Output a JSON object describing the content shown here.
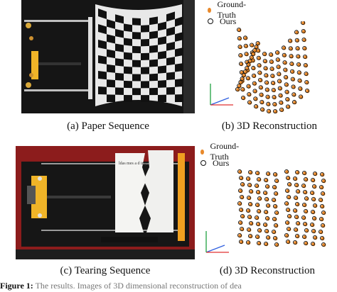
{
  "panels": {
    "a": {
      "caption": "(a)  Paper Sequence"
    },
    "b": {
      "caption": "(b)  3D Reconstruction",
      "legend": [
        {
          "label": "Ground-Truth",
          "color": "#e8892b"
        },
        {
          "label": "Ours",
          "color": "#ffffff"
        }
      ]
    },
    "c": {
      "caption": "(c)  Tearing Sequence",
      "paper_text": "ldas mes a d ingel"
    },
    "d": {
      "caption": "(d)  3D Reconstruction",
      "legend": [
        {
          "label": "Ground-Truth",
          "color": "#e8892b"
        },
        {
          "label": "Ours",
          "color": "#ffffff"
        }
      ]
    }
  },
  "figure_caption": {
    "label": "Figure 1:",
    "text": "The results. Images of 3D dimensional reconstruction of dea"
  },
  "colors": {
    "ground_truth": "#e8892b",
    "ours_ring": "#111111",
    "axis_x": "#e03030",
    "axis_y": "#20a040",
    "axis_z": "#3060e0",
    "frame_red": "#8c1c1c"
  }
}
